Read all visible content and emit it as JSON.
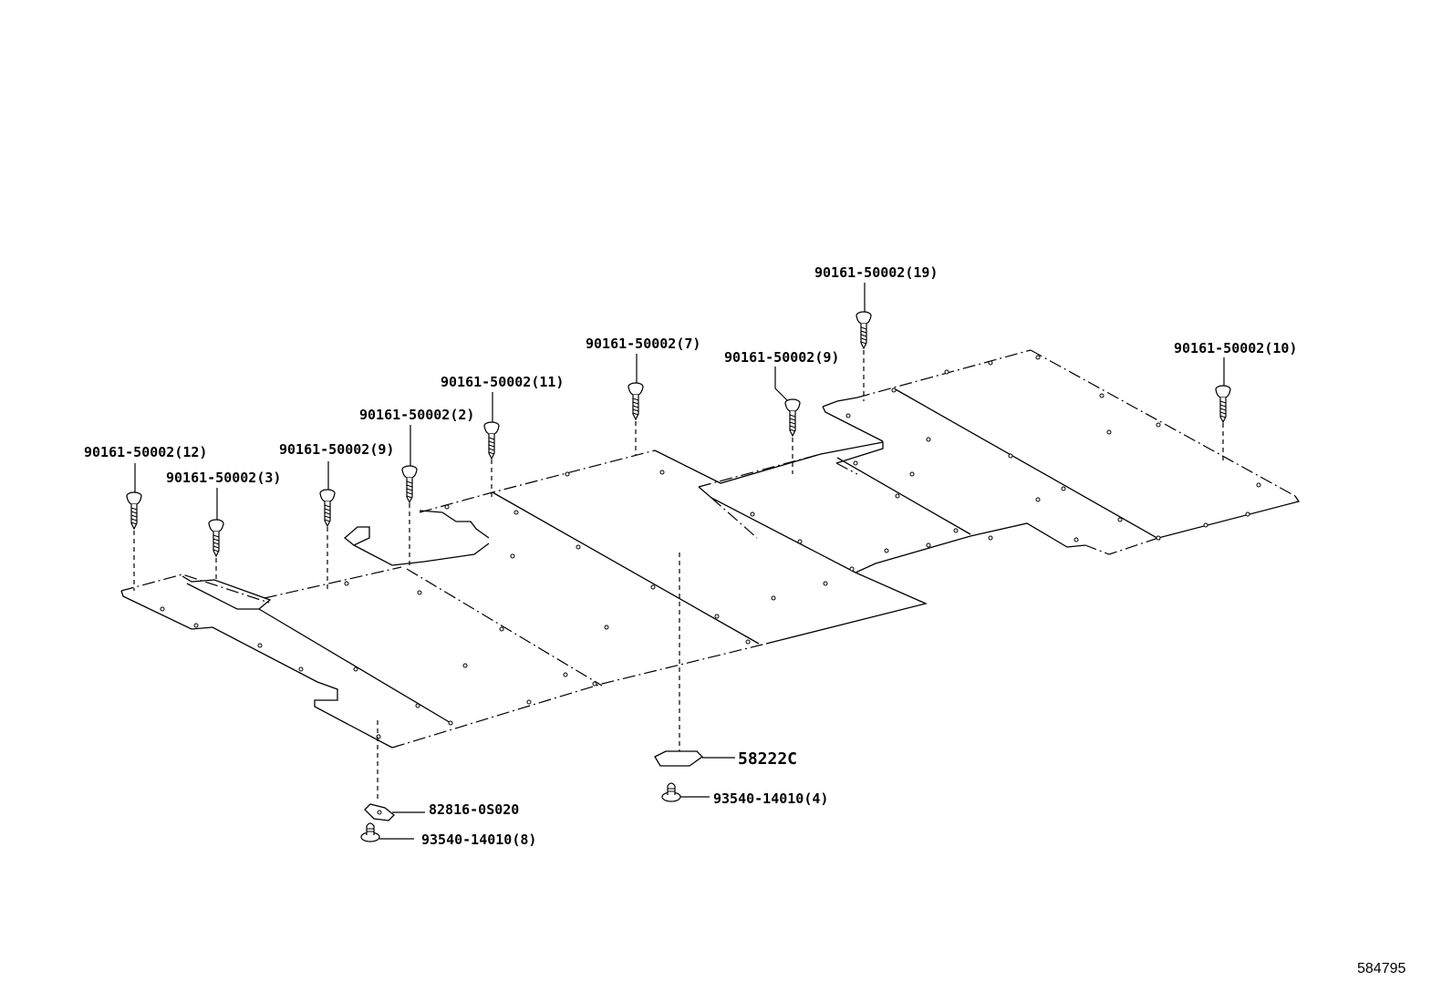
{
  "callouts": {
    "screw_12": "90161-50002(12)",
    "screw_3": "90161-50002(3)",
    "screw_9a": "90161-50002(9)",
    "screw_2": "90161-50002(2)",
    "screw_11": "90161-50002(11)",
    "screw_7": "90161-50002(7)",
    "screw_9b": "90161-50002(9)",
    "screw_19": "90161-50002(19)",
    "screw_10": "90161-50002(10)",
    "part_58222C": "58222C",
    "clip_4": "93540-14010(4)",
    "bracket": "82816-0S020",
    "clip_8": "93540-14010(8)"
  },
  "figure_id": "584795"
}
